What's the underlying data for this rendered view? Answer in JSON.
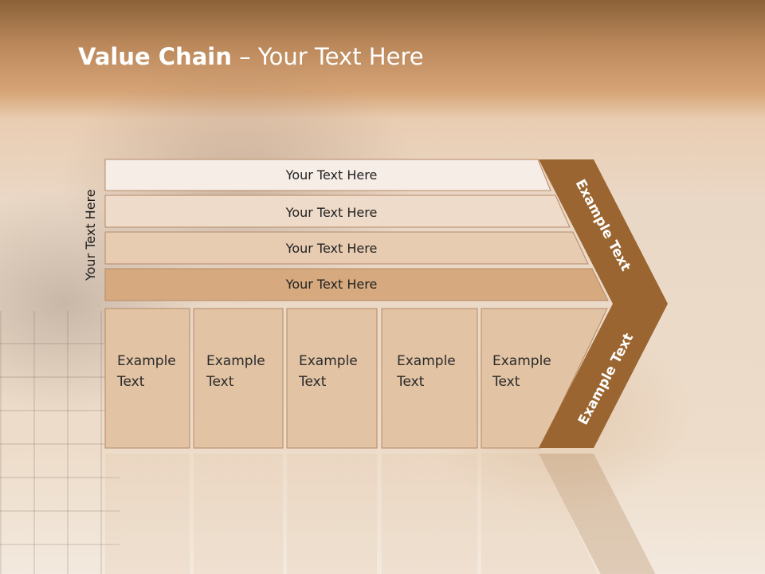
{
  "title": {
    "bold": "Value Chain",
    "rest": " – Your Text Here"
  },
  "vertical_label": "Your Text Here",
  "bars": [
    {
      "label": "Your Text Here"
    },
    {
      "label": "Your Text Here"
    },
    {
      "label": "Your Text Here"
    },
    {
      "label": "Your Text Here"
    }
  ],
  "cells": [
    {
      "line1": "Example",
      "line2": "Text"
    },
    {
      "line1": "Example",
      "line2": "Text"
    },
    {
      "line1": "Example",
      "line2": "Text"
    },
    {
      "line1": "Example",
      "line2": "Text"
    },
    {
      "line1": "Example",
      "line2": "Text"
    }
  ],
  "chevron": {
    "upper_label": "Example Text",
    "lower_label": "Example Text"
  },
  "colors": {
    "bar1": "#f6ede6",
    "bar2": "#eedbc9",
    "bar3": "#e7ccb2",
    "bar4": "#d6a97f",
    "cell": "#e2c3a4",
    "chevron": "#9a6530",
    "border": "#b68a66"
  }
}
